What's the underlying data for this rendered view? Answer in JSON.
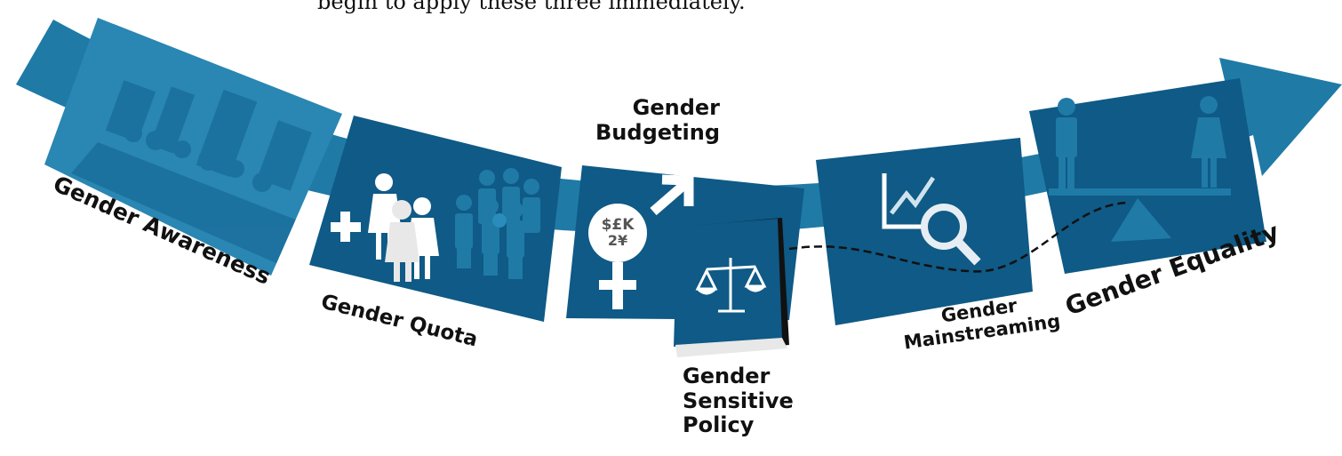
{
  "caption": "begin to apply these three immediately.",
  "stages": {
    "awareness": "Gender Awareness",
    "quota": "Gender Quota",
    "budgeting": [
      "Gender",
      "Budgeting"
    ],
    "policy": [
      "Gender",
      "Sensitive",
      "Policy"
    ],
    "mainstreaming": [
      "Gender",
      "Mainstreaming"
    ],
    "equality": "Gender Equality"
  },
  "budget_symbols": "$£K\n2¥",
  "colors": {
    "arrow": "#1f7aa6",
    "panel": "#0f5a86",
    "panel_dark": "#0d4d73",
    "text": "#111111",
    "icon_light": "#ffffff"
  },
  "icons": [
    "protest-crowd-icon",
    "plus-icon",
    "women-group-icon",
    "crowd-icon",
    "male-symbol-icon",
    "money-icon",
    "female-symbol-icon",
    "scales-of-justice-icon",
    "chart-magnifier-icon",
    "man-icon",
    "woman-icon",
    "balance-scale-icon"
  ]
}
